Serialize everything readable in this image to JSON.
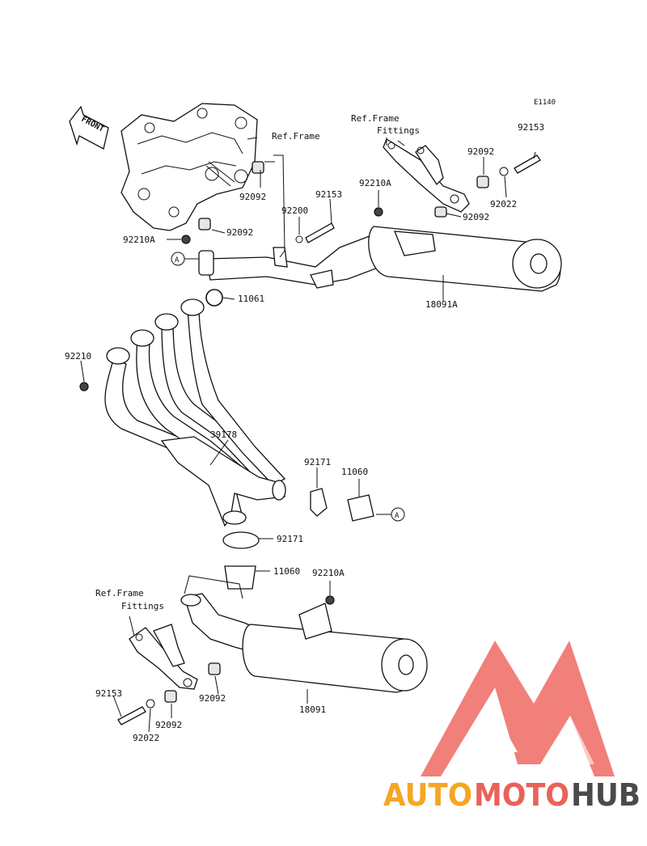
{
  "diagram": {
    "code": "E1140",
    "front_label": "FRONT",
    "labels": {
      "ref_frame_top": "Ref.Frame",
      "ref_frame_fittings_top_1": "Ref.Frame",
      "ref_frame_fittings_top_2": "Fittings",
      "ref_frame_fittings_bottom_1": "Ref.Frame",
      "ref_frame_fittings_bottom_2": "Fittings",
      "p92153_top": "92153",
      "p92092_top_right": "92092",
      "p92022_top": "92022",
      "p92092_top_right2": "92092",
      "p92210A_top": "92210A",
      "p92153_mid": "92153",
      "p92200": "92200",
      "p92092_frame": "92092",
      "p92092_frame2": "92092",
      "p92210A_left": "92210A",
      "p18091A": "18091A",
      "p11061": "11061",
      "p92210": "92210",
      "p39178": "39178",
      "p92171_right": "92171",
      "p11060_right": "11060",
      "p92171_mid": "92171",
      "p11060_mid": "11060",
      "p92210A_bottom": "92210A",
      "p18091": "18091",
      "p92153_bottom": "92153",
      "p92092_bottom": "92092",
      "p92092_bottom2": "92092",
      "p92022_bottom": "92022",
      "ref_a_1": "A",
      "ref_a_2": "A"
    }
  },
  "watermark": {
    "part1": "AUTO",
    "part2": "MOTO",
    "part3": "HUB",
    "color1": "#f5a623",
    "color2": "#e8625a",
    "color3": "#4a4a4a",
    "logo_color": "#ee4b40"
  }
}
